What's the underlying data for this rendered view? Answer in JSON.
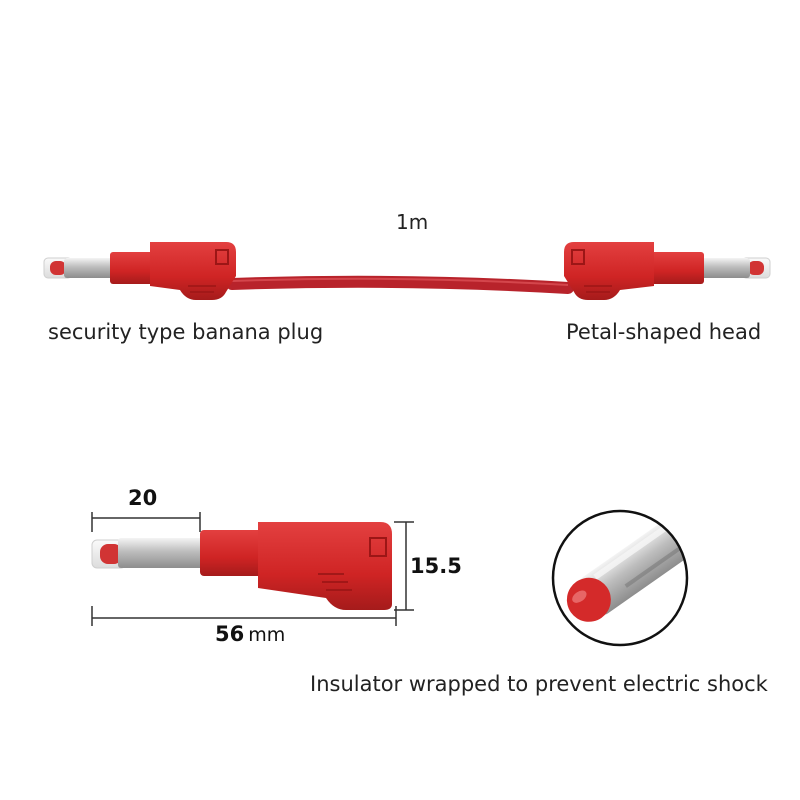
{
  "labels": {
    "cable_length": "1m",
    "left_plug": "security type banana plug",
    "right_plug": "Petal-shaped head",
    "dim_tip": "20",
    "dim_height": "15.5",
    "dim_total": "56",
    "dim_unit": "mm",
    "insulator_note": "Insulator wrapped to prevent electric shock"
  },
  "colors": {
    "plug_red": "#d42a2a",
    "plug_dark_red": "#a51d1d",
    "cable_red": "#b8232b",
    "metal": "#c9c9c9",
    "dimension_line": "#333333"
  }
}
